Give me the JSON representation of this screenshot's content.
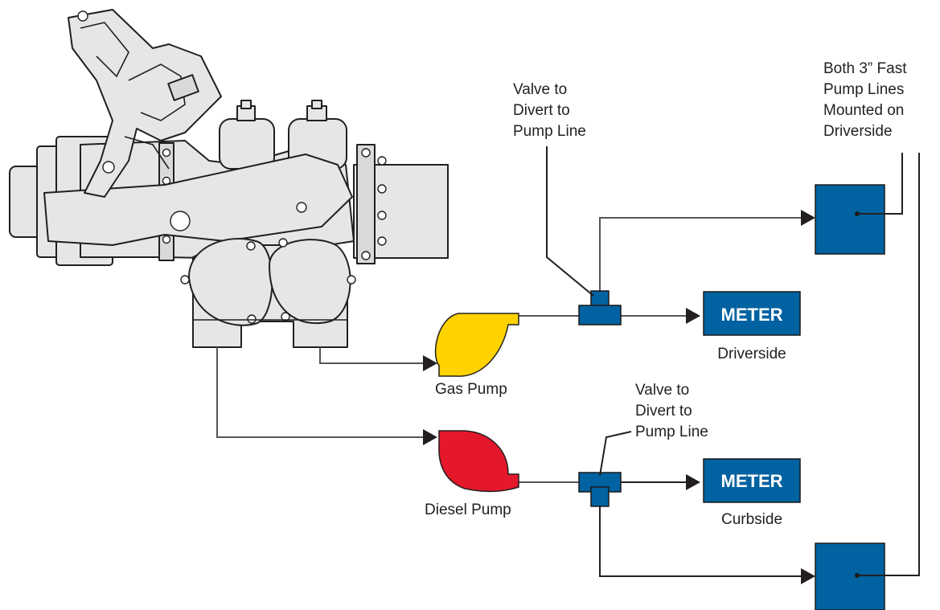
{
  "labels": {
    "valve_top": [
      "Valve to",
      "Divert to",
      "Pump Line"
    ],
    "valve_bottom": [
      "Valve to",
      "Divert to",
      "Pump Line"
    ],
    "fast_lines": [
      "Both 3” Fast",
      "Pump Lines",
      "Mounted on",
      "Driverside"
    ],
    "gas_pump": "Gas Pump",
    "diesel_pump": "Diesel Pump",
    "meter_top": "METER",
    "meter_top_caption": "Driverside",
    "meter_bottom": "METER",
    "meter_bottom_caption": "Curbside"
  },
  "colors": {
    "gas_pump": "#ffd200",
    "diesel_pump": "#e4172b",
    "valve_and_meter_blue": "#0062a0",
    "engine_fill": "#e6e6e6",
    "pipe_line": "#555555"
  },
  "icons": {
    "engine": "pump-manifold-illustration",
    "gas_pump": "volute-pump-icon",
    "diesel_pump": "volute-pump-icon",
    "valve": "tee-valve-icon",
    "fast_pump_line": "square-outlet-icon"
  }
}
